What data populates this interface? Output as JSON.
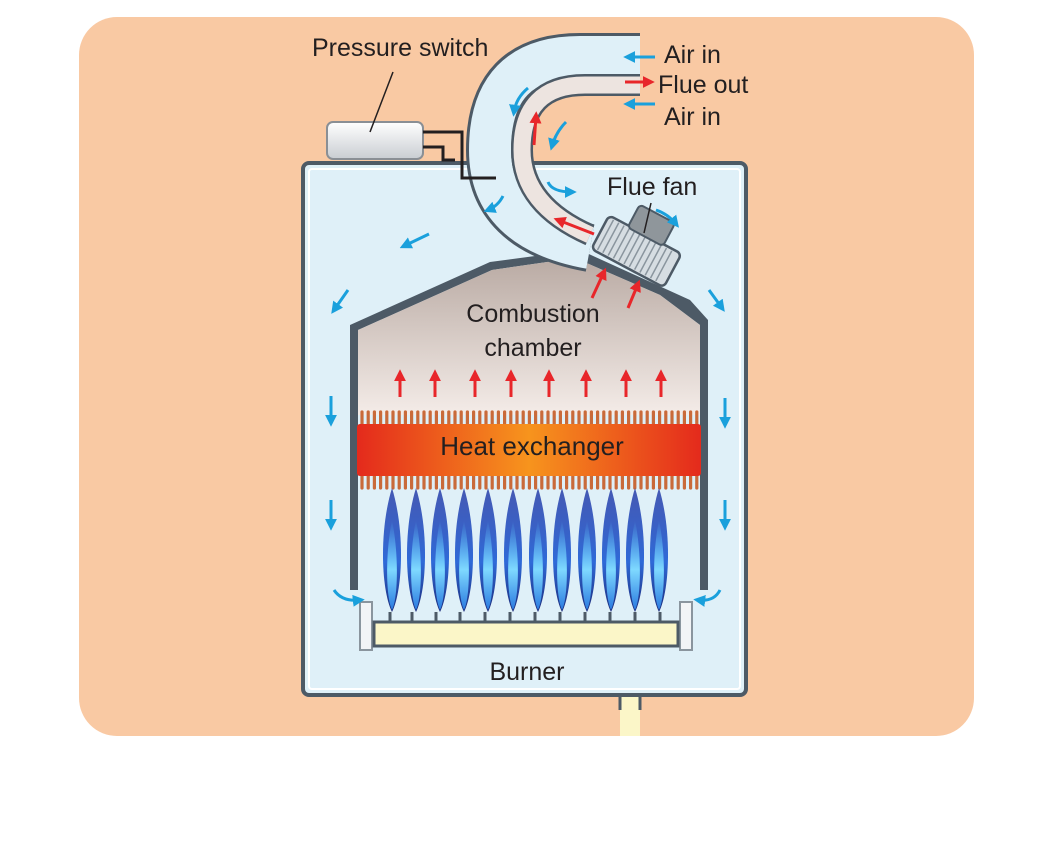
{
  "labels": {
    "pressure_switch": "Pressure switch",
    "air_in_top": "Air in",
    "flue_out": "Flue out",
    "air_in_bottom": "Air in",
    "flue_fan": "Flue fan",
    "combustion_line1": "Combustion",
    "combustion_line2": "chamber",
    "heat_exchanger": "Heat exchanger",
    "burner": "Burner"
  },
  "colors": {
    "background": "#f9c9a3",
    "casing_fill": "#dff0f8",
    "casing_stroke": "#4d5a66",
    "air_arrow": "#1aa0dc",
    "hot_arrow": "#e8262a",
    "flame_outer": "#2a4fc0",
    "flame_inner": "#8fd8ff",
    "burner_fill": "#fbf6c8"
  },
  "icons": {
    "air_flow": "blue-arrow-icon",
    "hot_flow": "red-arrow-icon",
    "flame": "gas-flame-icon",
    "fan": "flue-fan-icon"
  }
}
